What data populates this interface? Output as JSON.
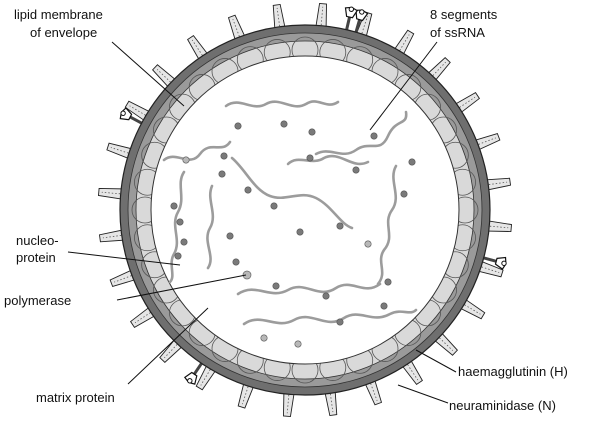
{
  "labels": {
    "lipid_membrane": [
      "lipid membrane",
      "of envelope"
    ],
    "segments": [
      "8 segments",
      "of ssRNA"
    ],
    "nucleoprotein": [
      "nucleo-",
      "protein"
    ],
    "polymerase": "polymerase",
    "matrix_protein": "matrix protein",
    "haemagglutinin": "haemagglutinin (H)",
    "neuraminidase": "neuraminidase (N)"
  },
  "colors": {
    "envelope_outer": "#6f6f6f",
    "envelope_ring": "#9a9a9a",
    "matrix_layer": "#d9d9d9",
    "interior": "#ffffff",
    "spike_fill": "#e6e6e6",
    "rna_strand": "#9c9c9c",
    "nucleoprotein_dot": "#7a7a7a",
    "polymerase_dot": "#b8b8b8",
    "line": "#111111"
  },
  "spikes": {
    "haemagglutinin_count": 28,
    "neuraminidase_count": 5
  },
  "rna_segment_count": 8
}
